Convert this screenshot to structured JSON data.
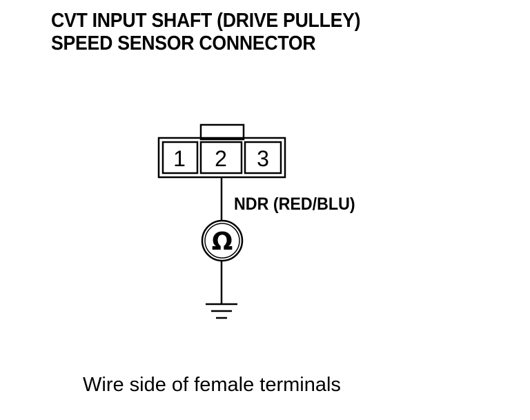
{
  "title": {
    "line1": "CVT INPUT SHAFT (DRIVE PULLEY)",
    "line2": "SPEED SENSOR CONNECTOR"
  },
  "connector": {
    "terminals": [
      "1",
      "2",
      "3"
    ]
  },
  "wire": {
    "label": "NDR (RED/BLU)"
  },
  "meter": {
    "symbol": "Ω",
    "icon": "ohmmeter-icon"
  },
  "ground": {
    "icon": "ground-icon"
  },
  "caption": "Wire side of female terminals"
}
